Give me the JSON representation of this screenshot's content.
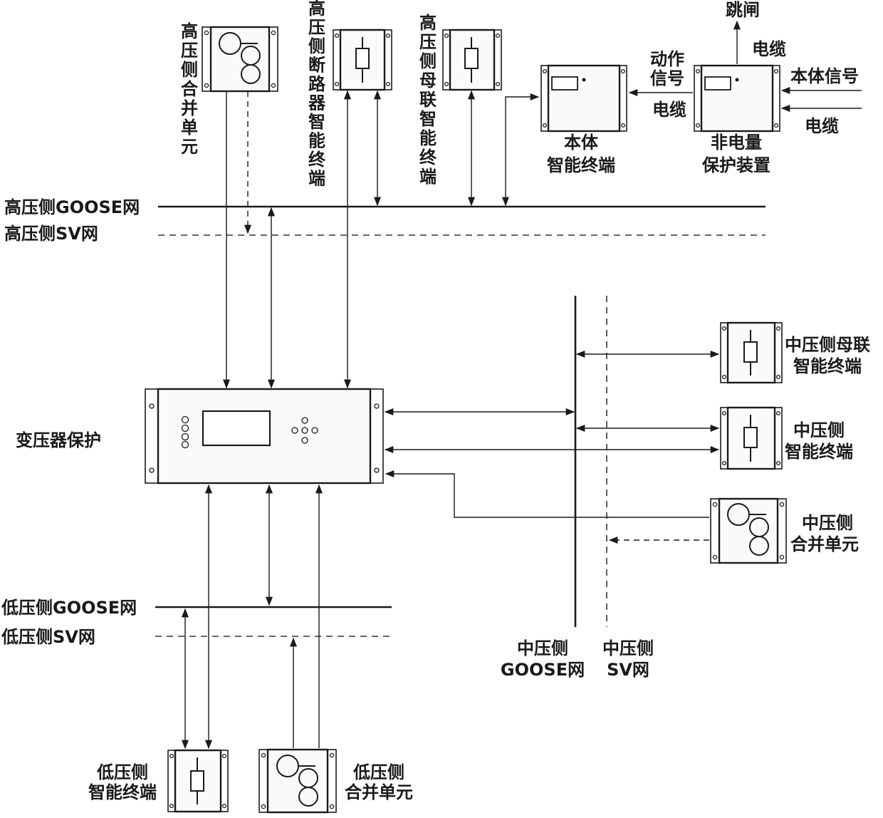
{
  "labels": {
    "hv_mu": "高压侧合并单元",
    "hv_cb_it": "高压侧断路器智能终端",
    "hv_bc_it": "高压侧母联智能终端",
    "body_it_1": "本体",
    "body_it_2": "智能终端",
    "nonelec_1": "非电量",
    "nonelec_2": "保护装置",
    "trip": "跳闸",
    "cable_top": "电缆",
    "action_1": "动作",
    "action_2": "信号",
    "cable_mid": "电缆",
    "body_signal": "本体信号",
    "cable_right": "电缆",
    "hv_goose": "高压侧GOOSE网",
    "hv_sv": "高压侧SV网",
    "xfmr_prot": "变压器保护",
    "mv_bc_it_1": "中压侧母联",
    "mv_bc_it_2": "智能终端",
    "mv_it_1": "中压侧",
    "mv_it_2": "智能终端",
    "mv_mu_1": "中压侧",
    "mv_mu_2": "合并单元",
    "lv_goose": "低压侧GOOSE网",
    "lv_sv": "低压侧SV网",
    "mv_goose_1": "中压侧",
    "mv_goose_2": "GOOSE网",
    "mv_sv_1": "中压侧",
    "mv_sv_2": "SV网",
    "lv_it_1": "低压侧",
    "lv_it_2": "智能终端",
    "lv_mu_1": "低压侧",
    "lv_mu_2": "合并单元"
  }
}
